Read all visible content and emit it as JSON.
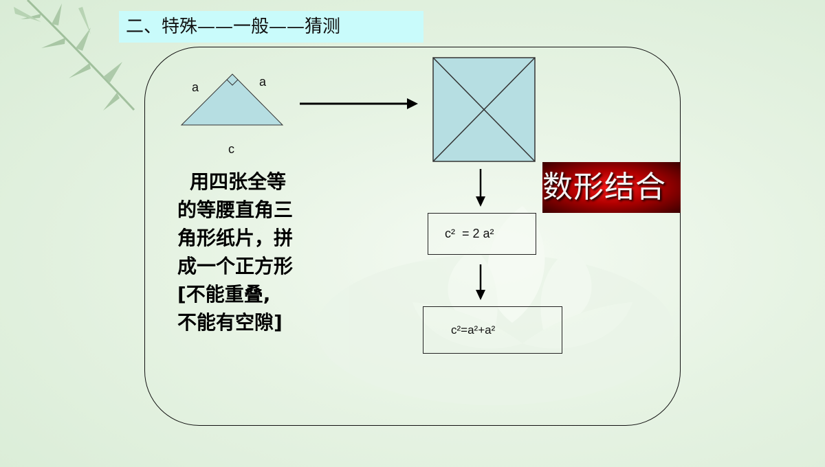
{
  "title": "二、特殊——一般——猜测",
  "triangle": {
    "leg_left": "a",
    "leg_right": "a",
    "hypotenuse": "c"
  },
  "description": [
    "用四张全等",
    "的等腰直角三",
    "角形纸片，拼",
    "成一个正方形",
    "[不能重叠,",
    "不能有空隙]"
  ],
  "formulas": {
    "first": "c²  = 2 a²",
    "second": "c²=a²+a²"
  },
  "banner": "数形结合",
  "colors": {
    "title_bg": "#c9fbfb",
    "shape_fill": "#b6dee2",
    "banner": "#c00000"
  }
}
